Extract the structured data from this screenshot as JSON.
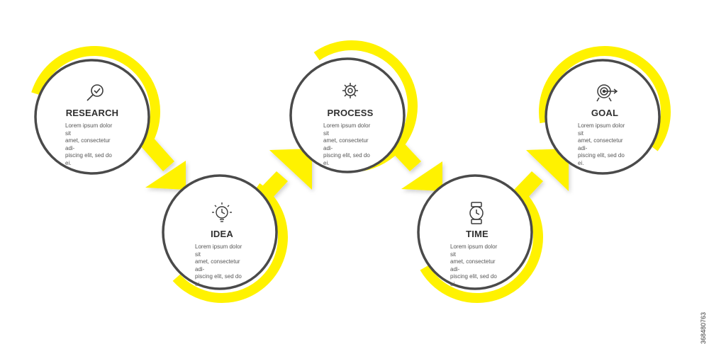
{
  "colors": {
    "accent": "#fff200",
    "outline": "#4a4a4a",
    "title": "#2f2f2f",
    "text": "#555555"
  },
  "steps": [
    {
      "title": "RESEARCH",
      "description": [
        "Lorem ipsum dolor sit",
        "amet, consectetur adi-",
        "piscing elit, sed do ei."
      ],
      "icon": "magnifier-check-icon"
    },
    {
      "title": "IDEA",
      "description": [
        "Lorem ipsum dolor sit",
        "amet, consectetur adi-",
        "piscing elit, sed do ei."
      ],
      "icon": "lightbulb-clock-icon"
    },
    {
      "title": "PROCESS",
      "description": [
        "Lorem ipsum dolor sit",
        "amet, consectetur adi-",
        "piscing elit, sed do ei."
      ],
      "icon": "gear-icon"
    },
    {
      "title": "TIME",
      "description": [
        "Lorem ipsum dolor sit",
        "amet, consectetur adi-",
        "piscing elit, sed do ei."
      ],
      "icon": "wristwatch-icon"
    },
    {
      "title": "GOAL",
      "description": [
        "Lorem ipsum dolor sit",
        "amet, consectetur adi-",
        "piscing elit, sed do ei."
      ],
      "icon": "target-icon"
    }
  ],
  "stock_id": "368480763"
}
